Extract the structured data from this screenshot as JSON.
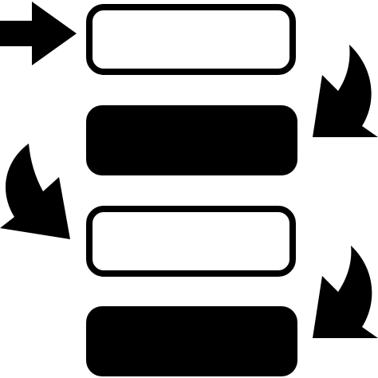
{
  "icon": {
    "name": "process-flow-icon",
    "colors": {
      "foreground": "#000000",
      "background": "#ffffff"
    },
    "elements": [
      "entry-arrow-icon",
      "outlined-step-box",
      "filled-step-box",
      "curved-arrow-icon",
      "outlined-step-box",
      "filled-step-box",
      "curved-arrow-icon"
    ]
  }
}
